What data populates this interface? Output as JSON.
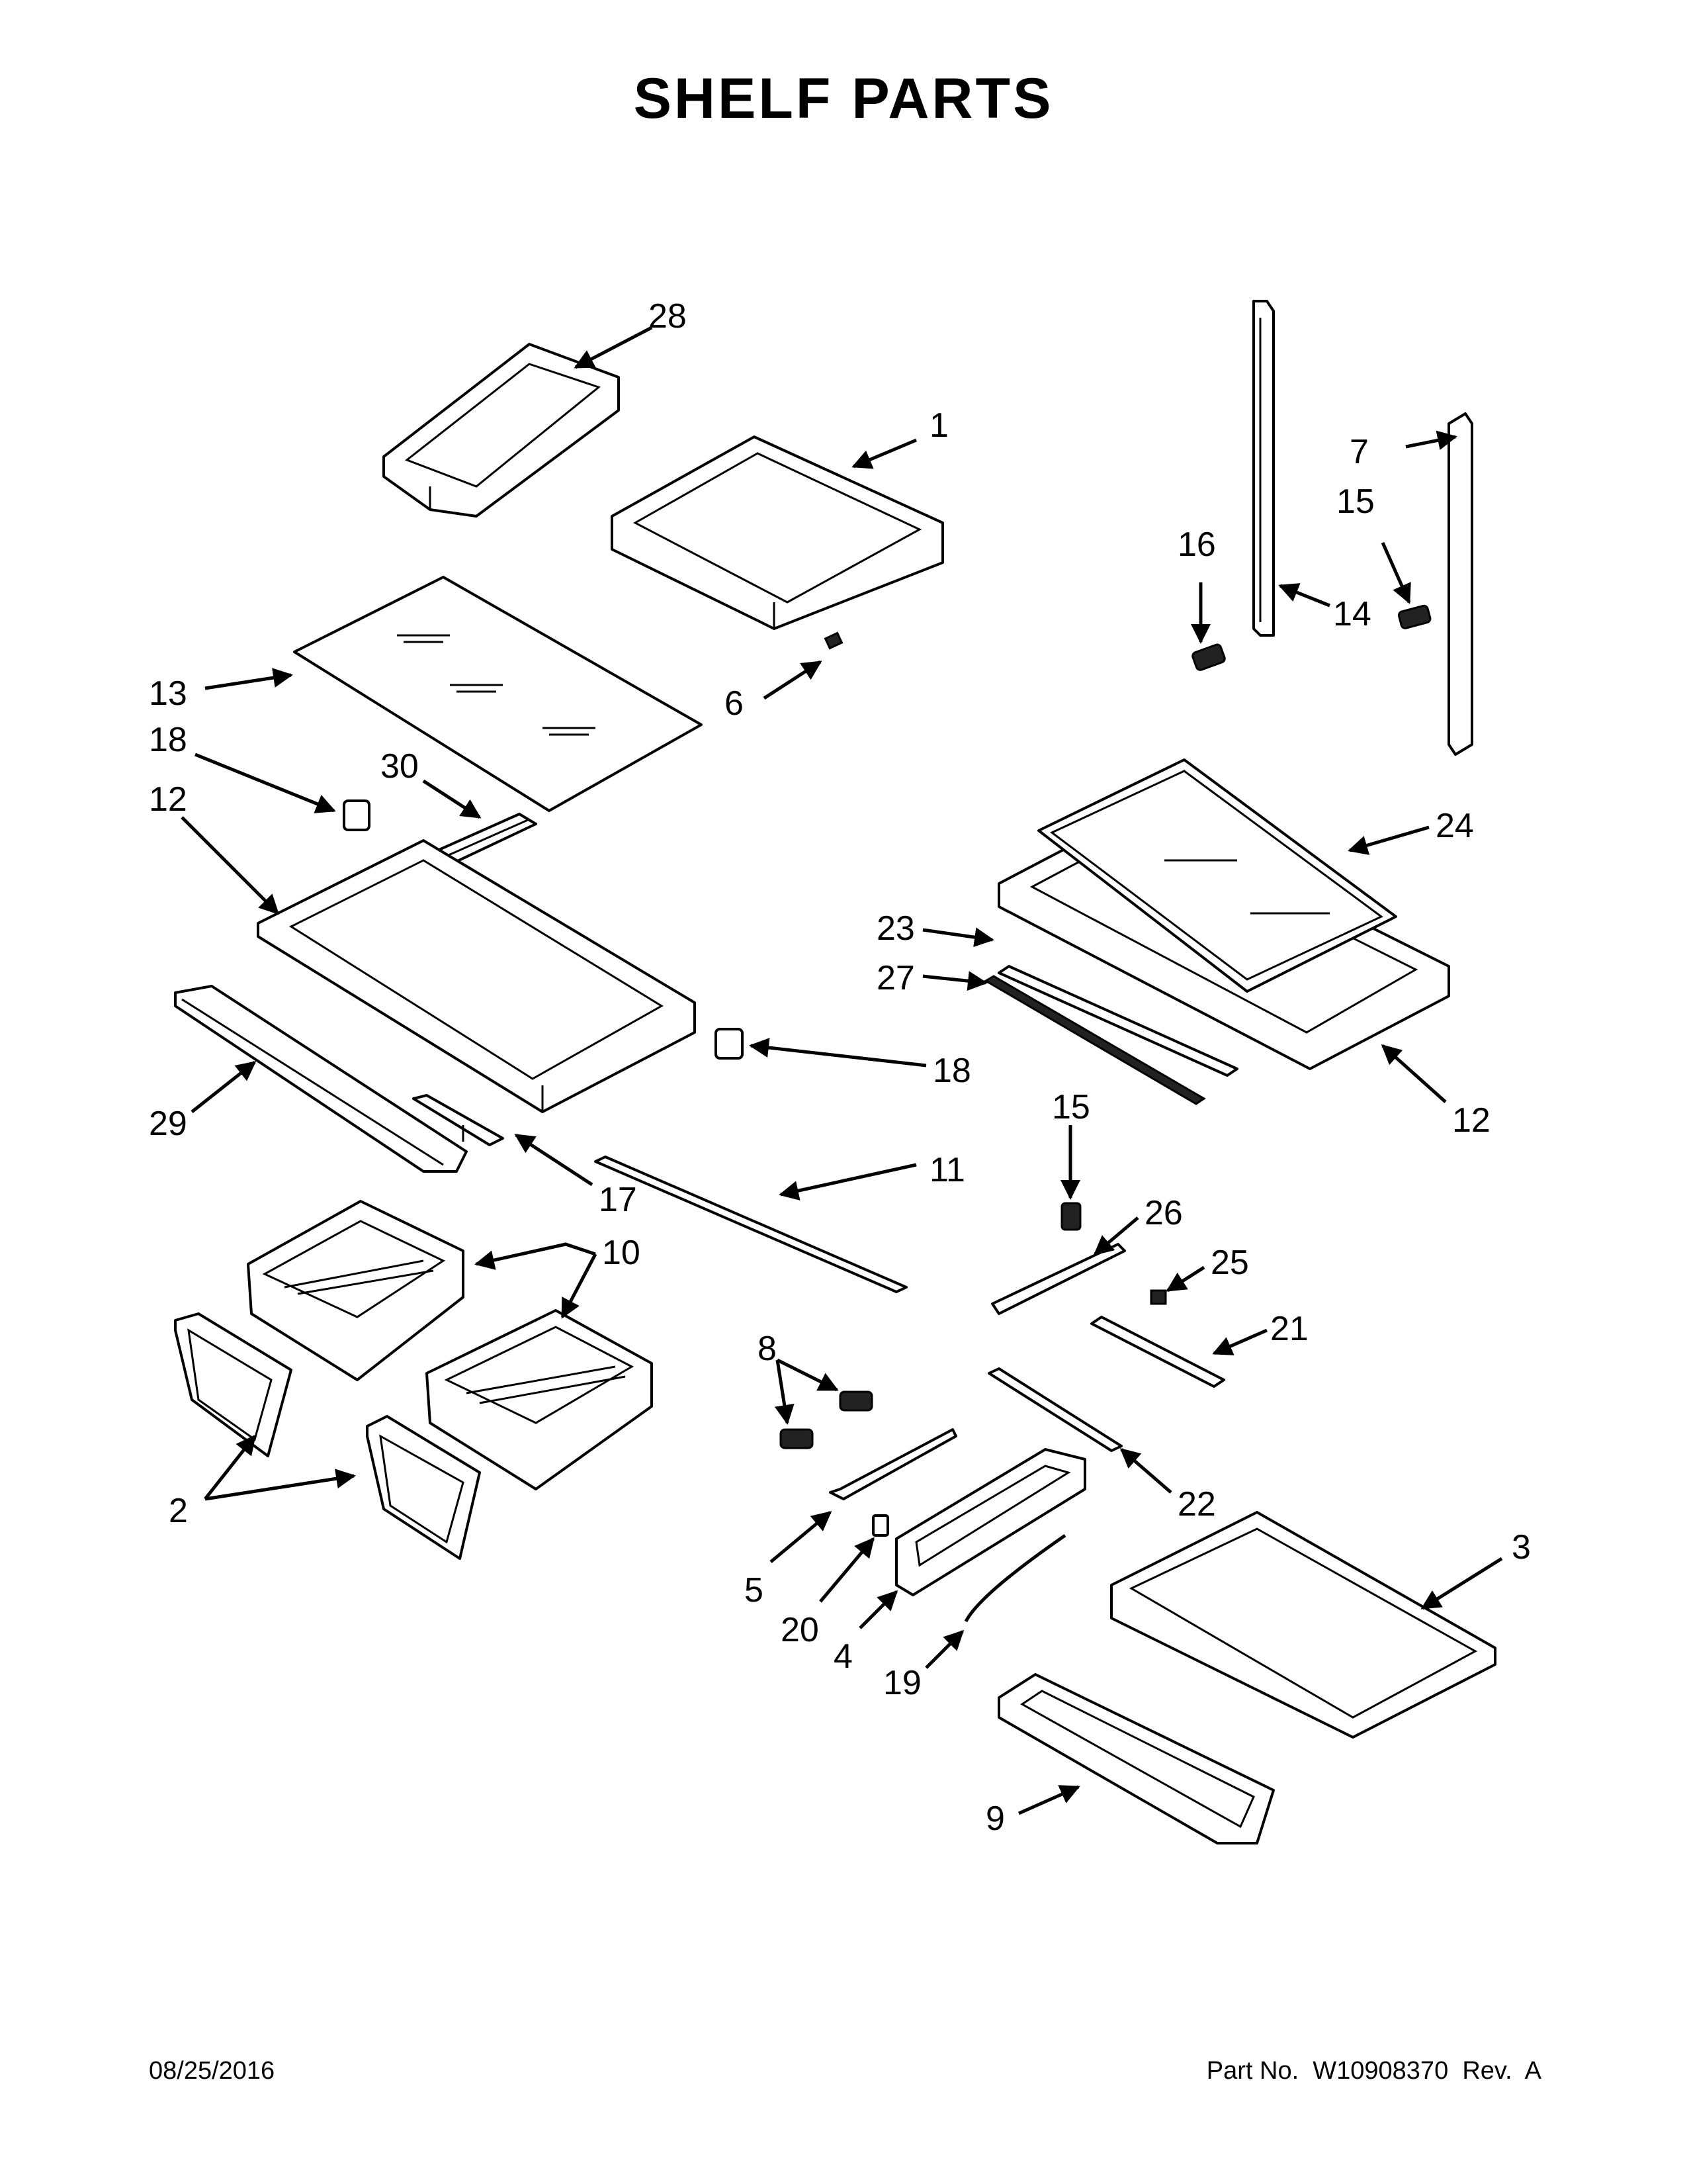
{
  "title": "SHELF PARTS",
  "footer": {
    "date": "08/25/2016",
    "part_number": "Part No.  W10908370  Rev.  A"
  },
  "callouts": {
    "c1": "1",
    "c2": "2",
    "c3": "3",
    "c4": "4",
    "c5": "5",
    "c6": "6",
    "c7": "7",
    "c8": "8",
    "c9": "9",
    "c10": "10",
    "c11": "11",
    "c12a": "12",
    "c12b": "12",
    "c13": "13",
    "c14": "14",
    "c15a": "15",
    "c15b": "15",
    "c16": "16",
    "c17": "17",
    "c18a": "18",
    "c18b": "18",
    "c19": "19",
    "c20": "20",
    "c21": "21",
    "c22": "22",
    "c23": "23",
    "c24": "24",
    "c25": "25",
    "c26": "26",
    "c27": "27",
    "c28": "28",
    "c29": "29",
    "c30": "30"
  }
}
